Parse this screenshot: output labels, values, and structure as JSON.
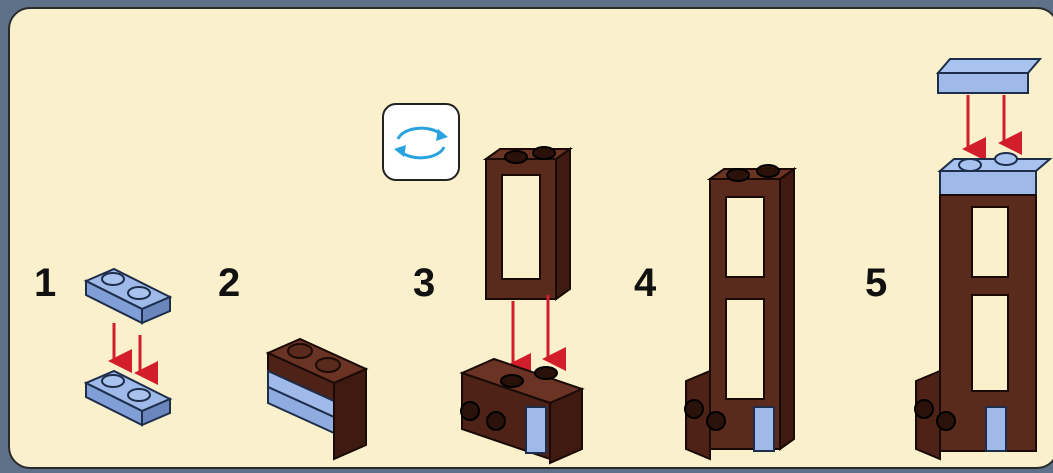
{
  "steps": [
    {
      "number": "1"
    },
    {
      "number": "2"
    },
    {
      "number": "3"
    },
    {
      "number": "4"
    },
    {
      "number": "5"
    }
  ],
  "rotate_icon": "rotate-arrows-icon",
  "colors": {
    "background_frame": "#5f7189",
    "panel": "#fbf0cc",
    "brick_blue": "#9fb9e8",
    "brick_brown": "#5a2a1c",
    "arrow_red": "#d21e2b",
    "rotate_arrow": "#29a3e0"
  }
}
